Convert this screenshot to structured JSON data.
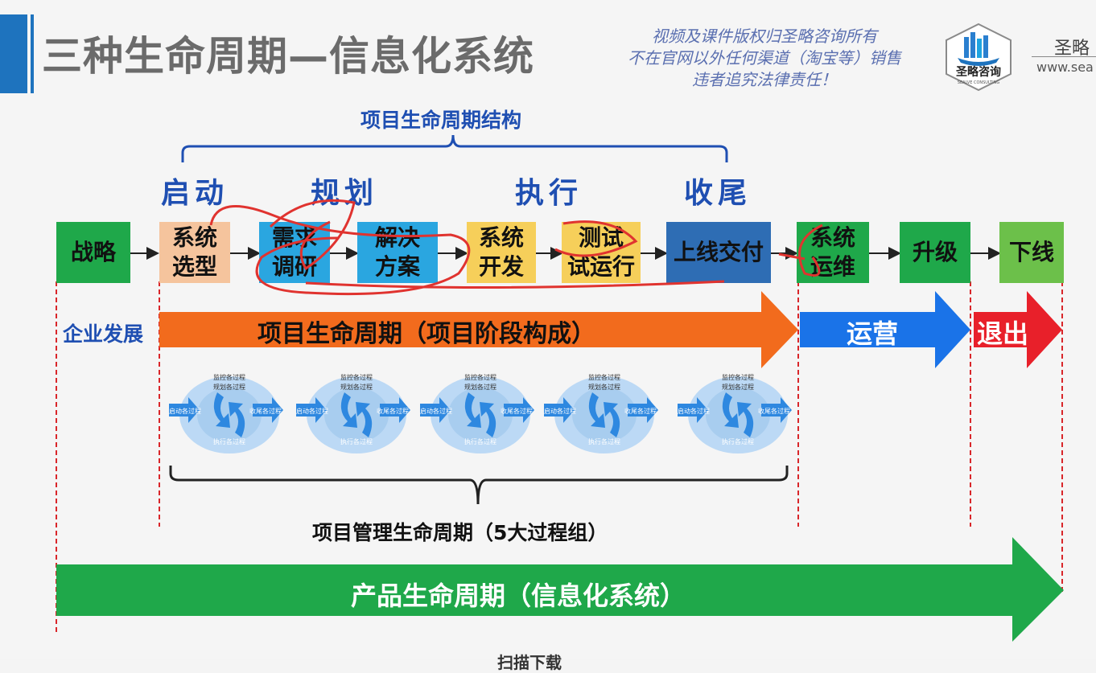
{
  "header": {
    "title": "三种生命周期—信息化系统",
    "copyright_lines": [
      "视频及课件版权归圣略咨询所有",
      "不在官网以外任何渠道（淘宝等）销售",
      "违者追究法律责任！"
    ],
    "logo_text": "圣略咨询",
    "logo_subtext": "SEALVE CONSULTING",
    "brand_name": "圣略",
    "brand_url": "www.sea"
  },
  "diagram": {
    "structure_title": "项目生命周期结构",
    "phases": [
      "启动",
      "规划",
      "执行",
      "收尾"
    ],
    "steps": [
      {
        "text": "战略",
        "color": "#1fa84a"
      },
      {
        "text": "系统\n选型",
        "color": "#f5c49d"
      },
      {
        "text": "需求\n调研",
        "color": "#2aa6e0"
      },
      {
        "text": "解决\n方案",
        "color": "#2aa6e0"
      },
      {
        "text": "系统\n开发",
        "color": "#f6cf5a"
      },
      {
        "text": "测试\n试运行",
        "color": "#f6cf5a"
      },
      {
        "text": "上线交付",
        "color": "#2e6db4"
      },
      {
        "text": "系统\n运维",
        "color": "#1fa84a"
      },
      {
        "text": "升级",
        "color": "#1fa84a"
      },
      {
        "text": "下线",
        "color": "#6cc04a"
      }
    ],
    "enterprise_label": "企业发展",
    "project_arrow_label": "项目生命周期（项目阶段构成）",
    "ops_arrow_label": "运营",
    "exit_arrow_label": "退出",
    "process_cycle": {
      "monitor": "监控各过程",
      "plan": "规划各过程",
      "initiate": "启动各过程",
      "close": "收尾各过程",
      "execute": "执行各过程"
    },
    "pm_lifecycle_label": "项目管理生命周期（5大过程组）",
    "product_arrow_label": "产品生命周期（信息化系统）",
    "bottom_partial": "扫描下载"
  },
  "colors": {
    "title_gray": "#6b6b6b",
    "accent_blue": "#1f4fb2",
    "orange_arrow": "#f26b1d",
    "blue_arrow": "#1a73e8",
    "red_arrow": "#e8202a",
    "green_arrow": "#1fa84a",
    "annotation_red": "#e0332f",
    "guide_red": "#d9262a"
  }
}
